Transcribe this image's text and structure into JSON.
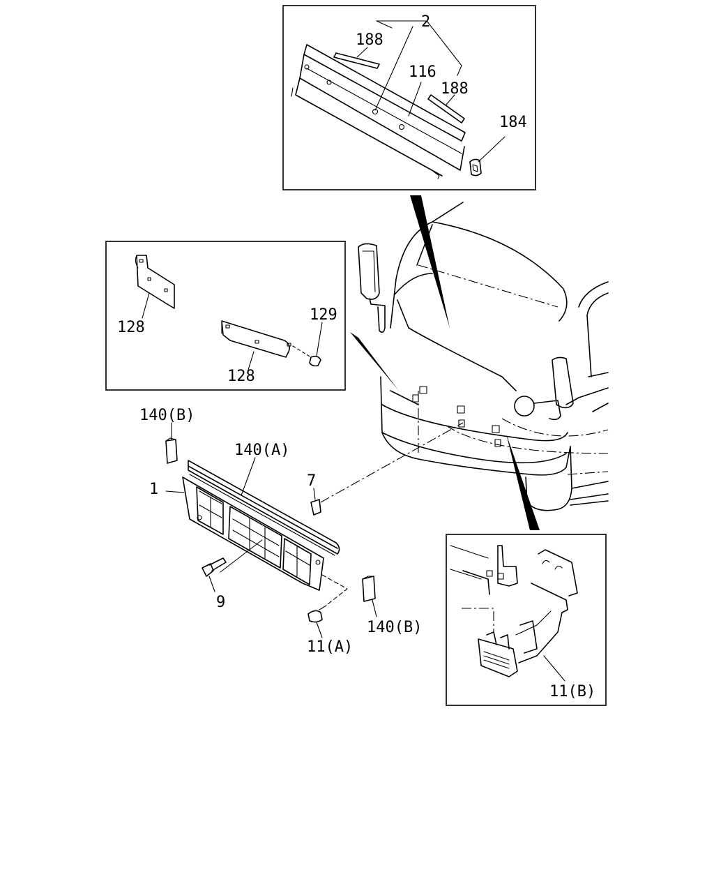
{
  "labels": {
    "p1": "1",
    "p2": "2",
    "p7": "7",
    "p9": "9",
    "p11a": "11(A)",
    "p11b": "11(B)",
    "p116": "116",
    "p128_upper": "128",
    "p128_lower": "128",
    "p129": "129",
    "p140a": "140(A)",
    "p140b_top": "140(B)",
    "p140b_bottom": "140(B)",
    "p184": "184",
    "p188_left": "188",
    "p188_right": "188"
  }
}
